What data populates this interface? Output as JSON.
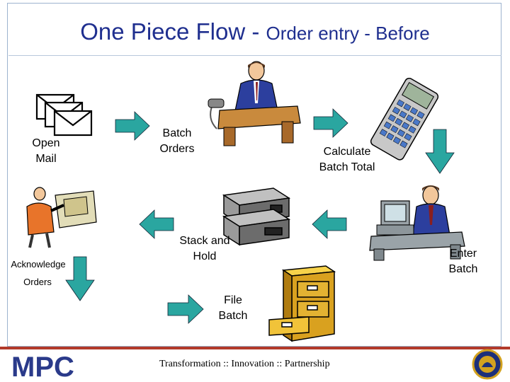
{
  "title": {
    "main": "One Piece Flow - ",
    "sub": "Order entry - Before"
  },
  "steps": {
    "open_mail": "Open\nMail",
    "batch_orders": "Batch\nOrders",
    "calculate": "Calculate\nBatch Total",
    "enter_batch": "Enter\nBatch",
    "stack_hold": "Stack and\nHold",
    "acknowledge": "Acknowledge",
    "orders": "Orders",
    "file_batch": "File\nBatch"
  },
  "footer": {
    "tagline": "Transformation :: Innovation :: Partnership",
    "logo_text": "MPC"
  },
  "colors": {
    "arrow": "#2aa6a0",
    "title": "#1f2f8f",
    "footer_bar": "#b23a2a",
    "logo": "#2a3a8a"
  }
}
